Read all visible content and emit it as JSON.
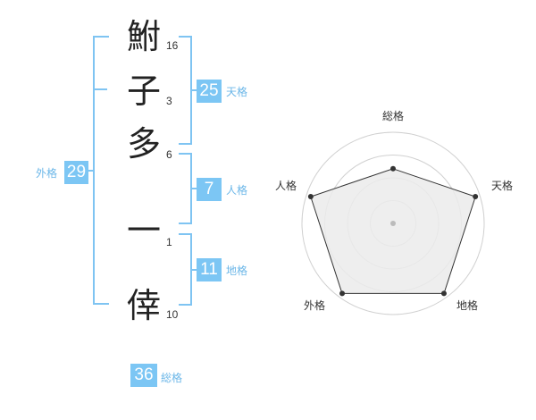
{
  "name_chars": [
    {
      "char": "鮒",
      "strokes": "16"
    },
    {
      "char": "子",
      "strokes": "3"
    },
    {
      "char": "多",
      "strokes": "6"
    },
    {
      "char": "一",
      "strokes": "1"
    },
    {
      "char": "倖",
      "strokes": "10"
    }
  ],
  "kakusu": {
    "tenkaku": {
      "value": "25",
      "label": "天格"
    },
    "jinkaku": {
      "value": "7",
      "label": "人格"
    },
    "chikaku": {
      "value": "11",
      "label": "地格"
    },
    "gaikaku": {
      "value": "29",
      "label": "外格"
    },
    "soukaku": {
      "value": "36",
      "label": "総格"
    }
  },
  "chart_data": {
    "type": "radar",
    "axes": [
      "総格",
      "天格",
      "地格",
      "外格",
      "人格"
    ],
    "values": [
      0.6,
      0.95,
      0.95,
      0.95,
      0.95
    ],
    "range": [
      0,
      1
    ],
    "rings": 4,
    "colors": {
      "fill": "#ebebeb",
      "line": "#333333",
      "ring": "#d0d0d0",
      "center": "#bbbbbb"
    }
  },
  "colors": {
    "accent": "#7cc6f4"
  }
}
